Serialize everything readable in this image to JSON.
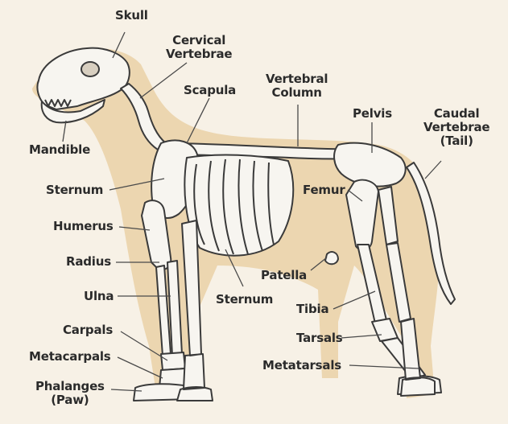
{
  "colors": {
    "background": "#f7f1e6",
    "body_silhouette": "#ecd6b0",
    "bone_fill": "#f7f5f0",
    "bone_outline": "#3a3a3a",
    "label_text": "#2b2b2b",
    "leader_line": "#4a4a4a"
  },
  "labels": {
    "skull": "Skull",
    "cervical_vertebrae": [
      "Cervical",
      "Vertebrae"
    ],
    "scapula": "Scapula",
    "vertebral_column": [
      "Vertebral",
      "Column"
    ],
    "pelvis": "Pelvis",
    "caudal_vertebrae": [
      "Caudal",
      "Vertebrae",
      "(Tail)"
    ],
    "mandible": "Mandible",
    "sternum_upper": "Sternum",
    "femur": "Femur",
    "humerus": "Humerus",
    "radius": "Radius",
    "patella": "Patella",
    "ulna": "Ulna",
    "sternum_lower": "Sternum",
    "tibia": "Tibia",
    "carpals": "Carpals",
    "tarsals": "Tarsals",
    "metacarpals": "Metacarpals",
    "metatarsals": "Metatarsals",
    "phalanges": [
      "Phalanges",
      "(Paw)"
    ]
  }
}
